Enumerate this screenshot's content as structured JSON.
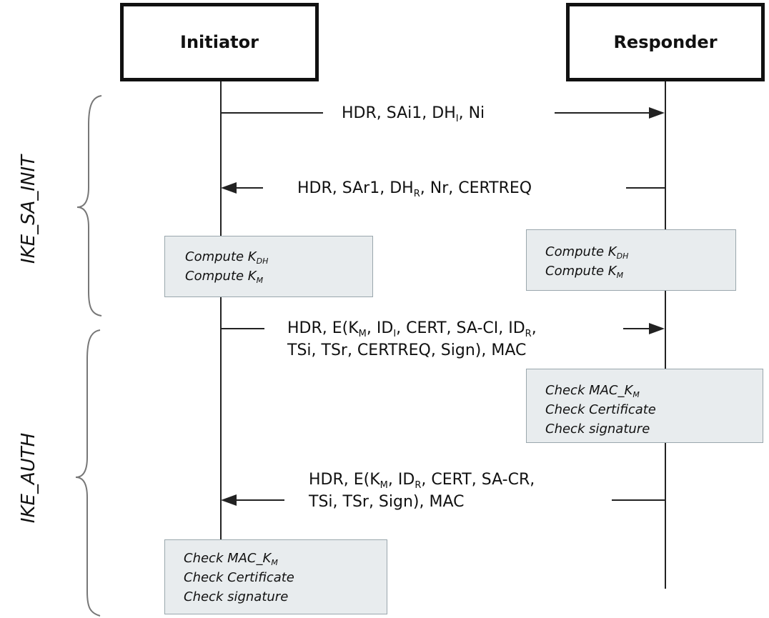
{
  "actors": {
    "initiator": "Initiator",
    "responder": "Responder"
  },
  "phases": {
    "sa_init": "IKE_SA_INIT",
    "auth": "IKE_AUTH"
  },
  "messages": [
    {
      "direction": "to-responder",
      "lines": [
        [
          {
            "t": "HDR, SAi1, DH"
          },
          {
            "s": "I"
          },
          {
            "t": ", Ni"
          }
        ]
      ]
    },
    {
      "direction": "to-initiator",
      "lines": [
        [
          {
            "t": "HDR, SAr1, DH"
          },
          {
            "s": "R"
          },
          {
            "t": ", Nr, CERTREQ"
          }
        ]
      ]
    },
    {
      "direction": "to-responder",
      "lines": [
        [
          {
            "t": "HDR, E(K"
          },
          {
            "s": "M"
          },
          {
            "t": ", ID"
          },
          {
            "s": "I"
          },
          {
            "t": ", CERT, SA-CI, ID"
          },
          {
            "s": "R"
          },
          {
            "t": ","
          }
        ],
        [
          {
            "t": "TSi, TSr, CERTREQ, Sign), MAC"
          }
        ]
      ]
    },
    {
      "direction": "to-initiator",
      "lines": [
        [
          {
            "t": "HDR, E(K"
          },
          {
            "s": "M"
          },
          {
            "t": ", ID"
          },
          {
            "s": "R"
          },
          {
            "t": ", CERT, SA-CR,"
          }
        ],
        [
          {
            "t": "TSi, TSr, Sign), MAC"
          }
        ]
      ]
    }
  ],
  "boxes": [
    {
      "owner": "initiator",
      "lines": [
        [
          {
            "t": "Compute K"
          },
          {
            "s": "DH"
          }
        ],
        [
          {
            "t": "Compute K"
          },
          {
            "s": "M"
          }
        ]
      ]
    },
    {
      "owner": "responder",
      "lines": [
        [
          {
            "t": "Compute K"
          },
          {
            "s": "DH"
          }
        ],
        [
          {
            "t": "Compute K"
          },
          {
            "s": "M"
          }
        ]
      ]
    },
    {
      "owner": "responder",
      "lines": [
        [
          {
            "t": "Check MAC_K"
          },
          {
            "s": "M"
          }
        ],
        [
          {
            "t": "Check Certificate"
          }
        ],
        [
          {
            "t": "Check signature"
          }
        ]
      ]
    },
    {
      "owner": "initiator",
      "lines": [
        [
          {
            "t": "Check MAC_K"
          },
          {
            "s": "M"
          }
        ],
        [
          {
            "t": "Check Certificate"
          }
        ],
        [
          {
            "t": "Check signature"
          }
        ]
      ]
    }
  ]
}
